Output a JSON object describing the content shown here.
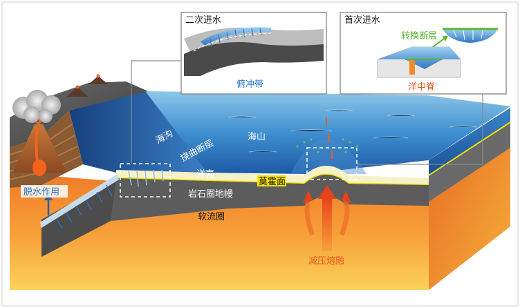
{
  "insets": {
    "second_influx": {
      "title": "二次进水",
      "caption": "俯冲带"
    },
    "first_influx": {
      "title": "首次进水",
      "top_label": "转换断层",
      "caption": "洋中脊"
    }
  },
  "labels": {
    "trench": "海沟",
    "bending_fault": "挠曲断层",
    "seamount": "海山",
    "oceanic_crust": "洋壳",
    "moho": "莫霍面",
    "lithospheric_mantle": "岩石圈地幔",
    "asthenosphere": "软流圈",
    "dehydration": "脱水作用",
    "decompression_melting": "减压熔融"
  },
  "colors": {
    "blue_label": "#1f6fc4",
    "orange_label": "#e8541c",
    "green_label": "#57b52c",
    "moho_highlight": "#f3e100"
  }
}
